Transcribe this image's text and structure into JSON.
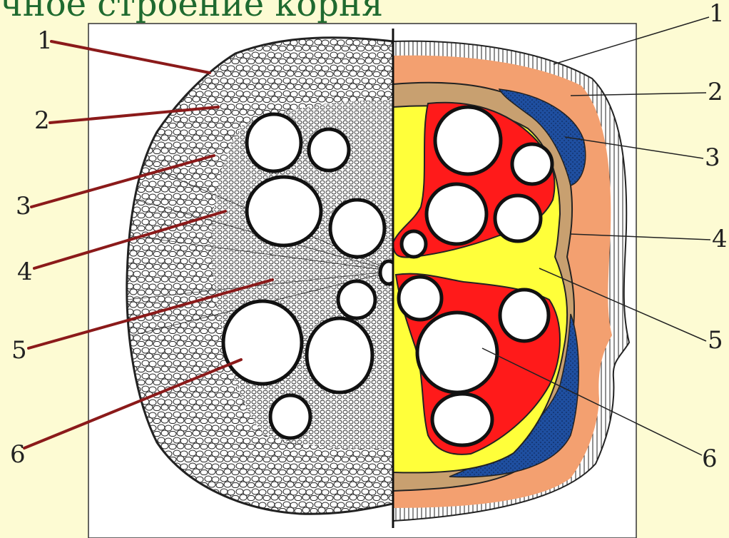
{
  "slide": {
    "title": "чное строение корня",
    "colors": {
      "background": "#fdfbd3",
      "title": "#1f6a2f",
      "leader_left": "#8b1a1a",
      "cortex": "#f3a070",
      "endodermis": "#c8a070",
      "phloem": "#1f4fa0",
      "xylem": "#ff1a1a",
      "parenchyma": "#ffff3a"
    }
  },
  "diagram": {
    "left_labels": [
      "1",
      "2",
      "3",
      "4",
      "5",
      "6"
    ],
    "right_labels": [
      "1",
      "2",
      "3",
      "4",
      "5",
      "6"
    ]
  }
}
